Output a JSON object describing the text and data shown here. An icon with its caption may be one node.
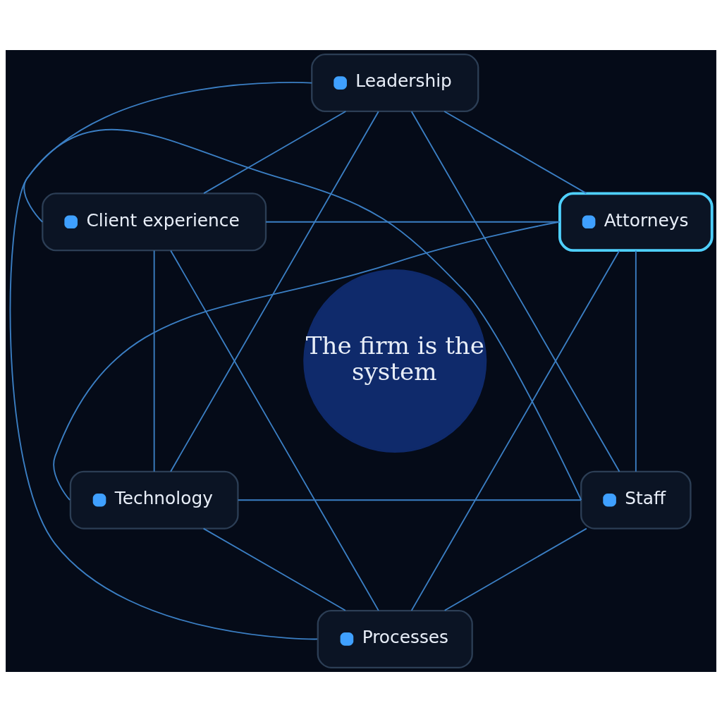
{
  "diagram": {
    "nodes": [
      {
        "text": [
          "Leadership"
        ]
      },
      {
        "text": [
          "Client experience"
        ]
      },
      {
        "text": [
          "Attorneys"
        ]
      },
      {
        "text": [
          "The firm is the system"
        ]
      },
      {
        "text": [
          "Technology"
        ]
      },
      {
        "text": [
          "Staff"
        ]
      },
      {
        "text": [
          "Processes"
        ]
      }
    ],
    "edges": [
      {
        "from": 0,
        "to": 1,
        "arrow": "none"
      },
      {
        "from": 0,
        "to": 2,
        "arrow": "none"
      },
      {
        "from": 0,
        "to": 4,
        "arrow": "none"
      },
      {
        "from": 0,
        "to": 5,
        "arrow": "none"
      },
      {
        "from": 0,
        "to": 6,
        "arrow": "none"
      },
      {
        "from": 1,
        "to": 2,
        "arrow": "none"
      },
      {
        "from": 1,
        "to": 4,
        "arrow": "none"
      },
      {
        "from": 1,
        "to": 5,
        "arrow": "none"
      },
      {
        "from": 1,
        "to": 6,
        "arrow": "none"
      },
      {
        "from": 2,
        "to": 4,
        "arrow": "none"
      },
      {
        "from": 2,
        "to": 5,
        "arrow": "none"
      },
      {
        "from": 2,
        "to": 6,
        "arrow": "none"
      },
      {
        "from": 4,
        "to": 5,
        "arrow": "none"
      },
      {
        "from": 4,
        "to": 6,
        "arrow": "none"
      },
      {
        "from": 5,
        "to": 6,
        "arrow": "none"
      }
    ]
  }
}
